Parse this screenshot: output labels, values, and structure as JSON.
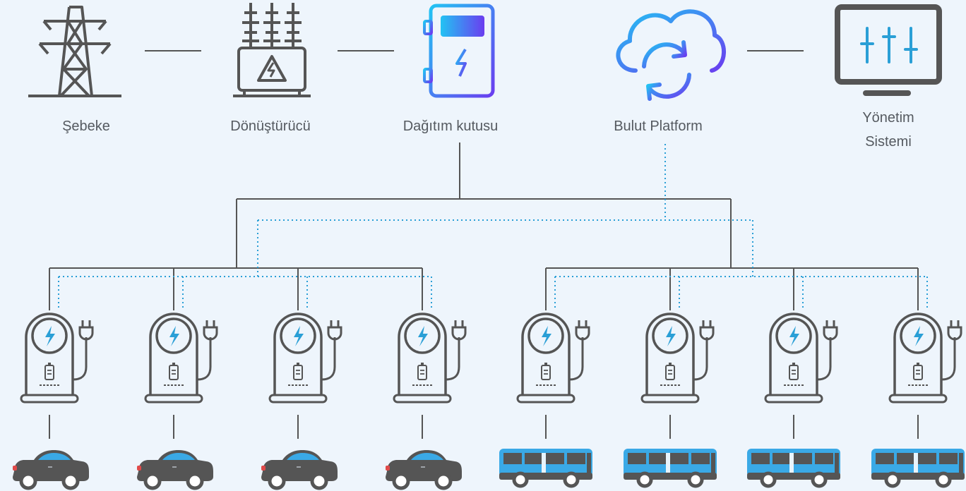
{
  "nodes": {
    "grid": "Şebeke",
    "transformer": "Dönüştürücü",
    "distribution_box": "Dağıtım kutusu",
    "cloud_platform": "Bulut Platform",
    "management_line1": "Yönetim",
    "management_line2": "Sistemi"
  },
  "colors": {
    "line": "#555555",
    "dotted": "#2a9fd6",
    "icon_gray": "#555555",
    "accent_blue": "#2a9fd6",
    "gradient_start": "#22c3f3",
    "gradient_end": "#6a3df0",
    "bus_blue": "#3aa9e6"
  },
  "chargers": [
    {
      "vehicle": "car"
    },
    {
      "vehicle": "car"
    },
    {
      "vehicle": "car"
    },
    {
      "vehicle": "car"
    },
    {
      "vehicle": "bus"
    },
    {
      "vehicle": "bus"
    },
    {
      "vehicle": "bus"
    },
    {
      "vehicle": "bus"
    }
  ]
}
